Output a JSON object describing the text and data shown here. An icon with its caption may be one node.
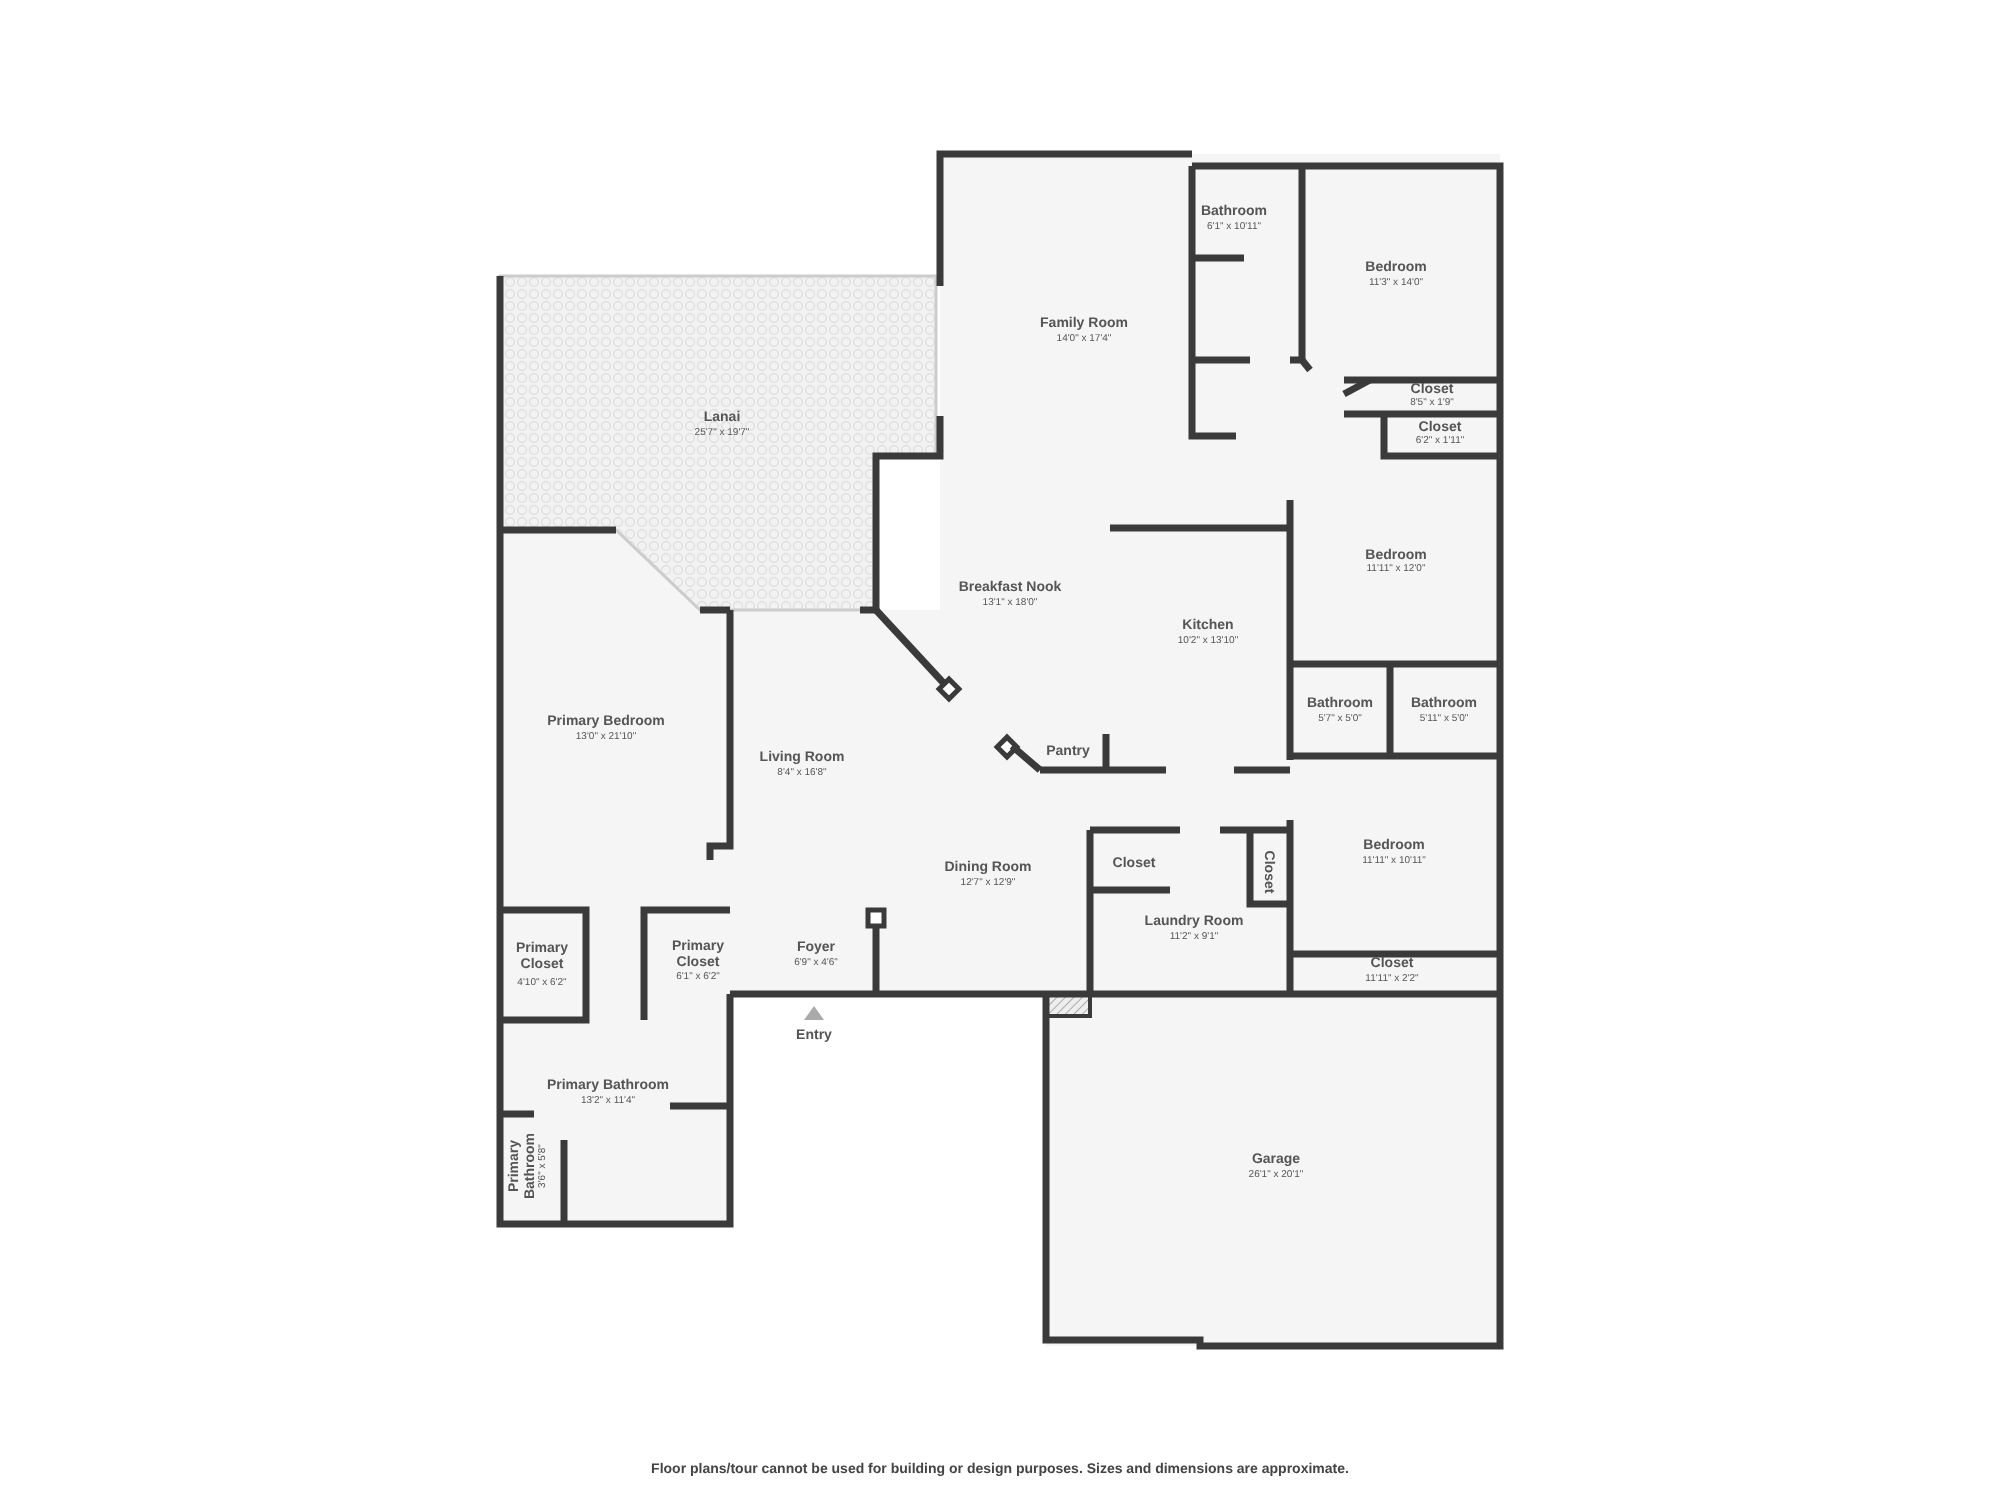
{
  "diagram": {
    "caption": "Floor plans/tour cannot be used for building or design purposes. Sizes and dimensions are approximate.",
    "labels": [
      "Bathroom",
      "6'1\" x 10'11\"",
      "Bedroom",
      "11'3\" x 14'0\"",
      "Family Room",
      "14'0\" x 17'4\"",
      "Closet",
      "8'5\" x 1'9\"",
      "Lanai",
      "25'7\" x 19'7\"",
      "Closet",
      "6'2\" x 1'11\"",
      "Bedroom",
      "11'11\" x 12'0\"",
      "Breakfast Nook",
      "13'1\" x 18'0\"",
      "Kitchen",
      "10'2\" x 13'10\"",
      "Bathroom",
      "5'7\" x 5'0\"",
      "Bathroom",
      "5'11\" x 5'0\"",
      "Primary Bedroom",
      "13'0\" x 21'10\"",
      "Pantry",
      "Living Room",
      "8'4\" x 16'8\"",
      "Closet",
      "Closet",
      "Bedroom",
      "11'11\" x 10'11\"",
      "Dining Room",
      "12'7\" x 12'9\"",
      "Laundry Room",
      "11'2\" x 9'1\"",
      "Primary Closet",
      "4'10\" x 6'2\"",
      "Primary Closet",
      "6'1\" x 6'2\"",
      "Foyer",
      "6'9\" x 4'6\"",
      "Closet",
      "11'11\" x 2'2\"",
      "Entry",
      "Primary Bathroom",
      "13'2\" x 11'4\"",
      "Primary Bathroom",
      "3'6\" x 5'8\"",
      "Garage",
      "26'1\" x 20'1\""
    ]
  }
}
